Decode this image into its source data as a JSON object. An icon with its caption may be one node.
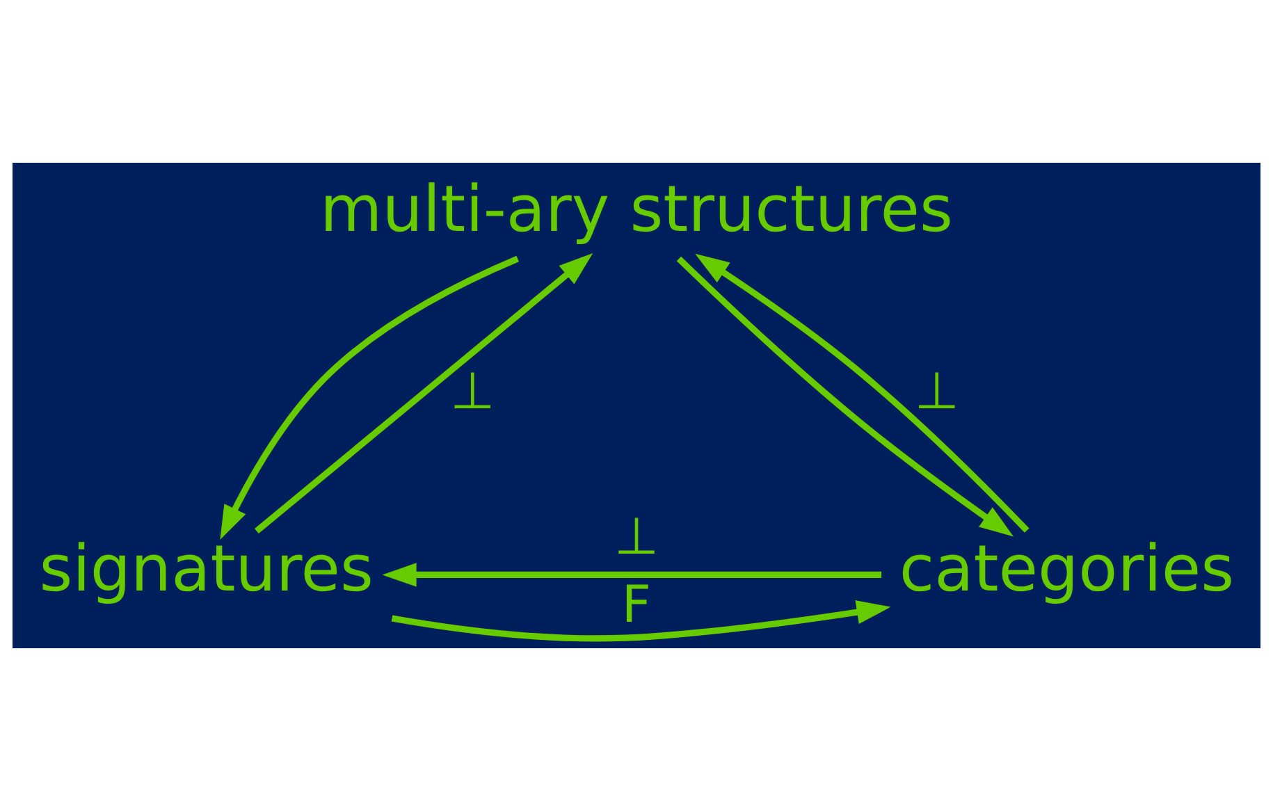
{
  "diagram": {
    "nodes": [
      {
        "text": [
          "multi-ary structures"
        ]
      },
      {
        "text": [
          "signatures"
        ]
      },
      {
        "text": [
          "categories"
        ]
      }
    ],
    "edges": [
      {
        "from": 1,
        "to": 0,
        "arrow": "to",
        "label": "⊥"
      },
      {
        "from": 0,
        "to": 1,
        "arrow": "to"
      },
      {
        "from": 2,
        "to": 0,
        "arrow": "to",
        "label": "⊥"
      },
      {
        "from": 0,
        "to": 2,
        "arrow": "to"
      },
      {
        "from": 1,
        "to": 2,
        "arrow": "to",
        "label": "F"
      },
      {
        "from": 2,
        "to": 1,
        "arrow": "to",
        "label": "⊥"
      }
    ]
  }
}
